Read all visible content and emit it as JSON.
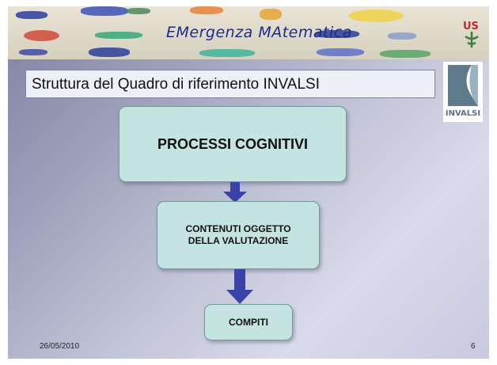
{
  "banner": {
    "title": "EMergenza MAtematica",
    "logo_text": "US"
  },
  "slide": {
    "title": "Struttura del Quadro di riferimento INVALSI",
    "logo_text": "INVALSI"
  },
  "diagram": {
    "boxes": [
      {
        "label": "PROCESSI COGNITIVI"
      },
      {
        "label_line1": "CONTENUTI OGGETTO",
        "label_line2": "DELLA VALUTAZIONE"
      },
      {
        "label": "COMPITI"
      }
    ]
  },
  "footer": {
    "date": "26/05/2010",
    "page_number": "6"
  },
  "colors": {
    "box_fill": "#c5e3df",
    "arrow": "#3a44a8",
    "banner_text": "#1d2a8c"
  }
}
